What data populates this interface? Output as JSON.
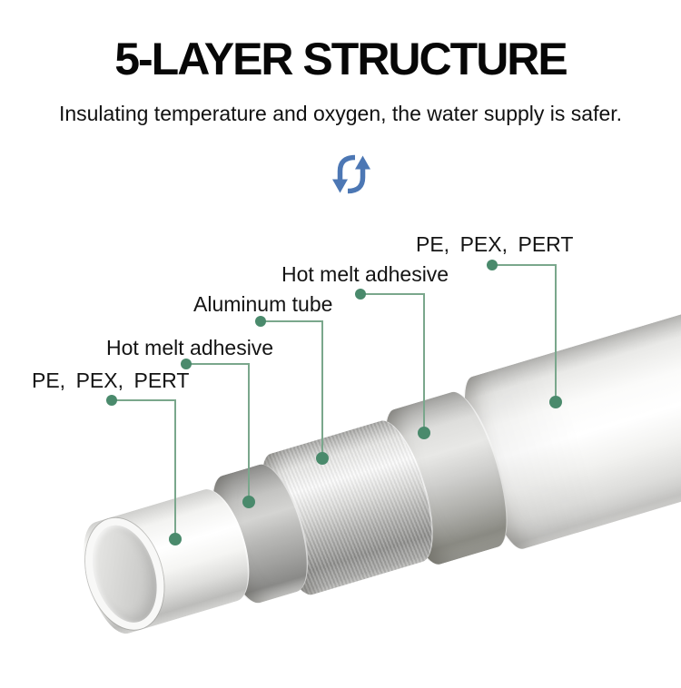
{
  "header": {
    "title": "5-LAYER STRUCTURE",
    "subtitle": "Insulating temperature and oxygen, the water supply is safer."
  },
  "icon": {
    "name": "swap-vertical-arrows-icon",
    "color": "#4c77b4"
  },
  "colors": {
    "background": "#ffffff",
    "text": "#111111",
    "accent_blue": "#4c77b4",
    "leader_line": "#7aa78c",
    "leader_dot": "#4a8a6c"
  },
  "diagram": {
    "description": "Cutaway telescoping view of a 5-layer composite pipe",
    "labels": [
      {
        "layer": 1,
        "text": "PE、PEX、PERT"
      },
      {
        "layer": 2,
        "text": "Hot melt adhesive"
      },
      {
        "layer": 3,
        "text": "Aluminum tube"
      },
      {
        "layer": 4,
        "text": "Hot melt adhesive"
      },
      {
        "layer": 5,
        "text": "PE、PEX、PERT"
      }
    ],
    "layers_inner_to_outer": [
      "PE、PEX、PERT",
      "Hot melt adhesive",
      "Aluminum tube",
      "Hot melt adhesive",
      "PE、PEX、PERT"
    ]
  }
}
